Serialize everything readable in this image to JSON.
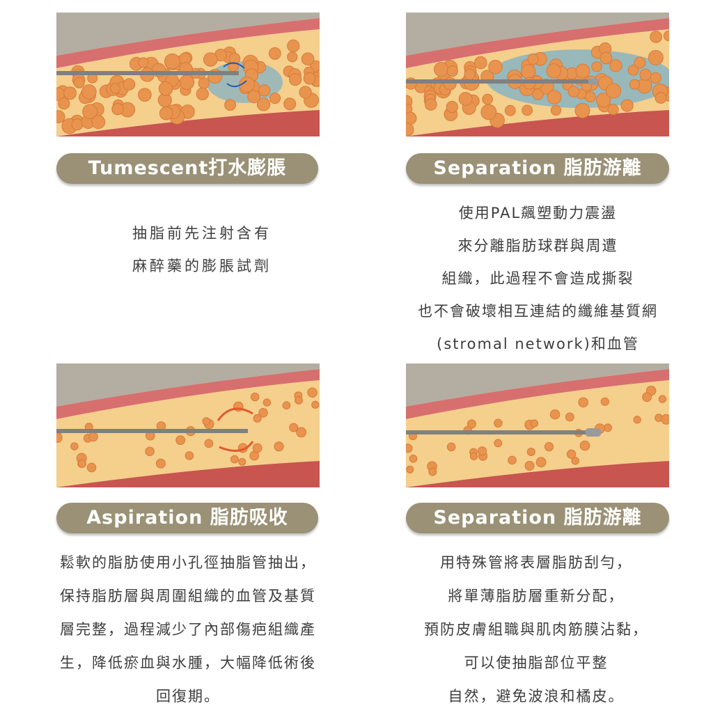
{
  "colors": {
    "pill_bg": "#9a9176",
    "pill_text": "#ffffff",
    "desc_text": "#3d3d3d",
    "skin_top": "#b4ada2",
    "skin_red": "#d76f6f",
    "fat_yellow": "#f5cf8c",
    "fat_cell": "#e8944e",
    "muscle": "#c85550",
    "fluid_blue": "#5aa8d8",
    "cannula": "#808080"
  },
  "sections": [
    {
      "title": "Tumescent打水膨脹",
      "lines": [
        "抽脂前先注射含有",
        "麻醉藥的膨脹試劑"
      ]
    },
    {
      "title": "Separation 脂肪游離",
      "lines": [
        "使用PAL飆塑動力震盪",
        "來分離脂肪球群與周遭",
        "組織，此過程不會造成撕裂",
        "也不會破壞相互連結的纖維基質網",
        "(stromal network)和血管"
      ]
    },
    {
      "title": "Aspiration 脂肪吸收",
      "lines": [
        "鬆軟的脂肪使用小孔徑抽脂管抽出，",
        "保持脂肪層與周圍組織的血管及基質",
        "層完整，過程減少了內部傷疤組織產",
        "生，降低瘀血與水腫，大幅降低術後",
        "回復期。"
      ]
    },
    {
      "title": "Separation 脂肪游離",
      "lines": [
        "用特殊管將表層脂肪刮勻，",
        "將單薄脂肪層重新分配，",
        "預防皮膚組職與肌肉筋膜沾黏，",
        "可以使抽脂部位平整",
        "自然，避免波浪和橘皮。"
      ]
    }
  ]
}
